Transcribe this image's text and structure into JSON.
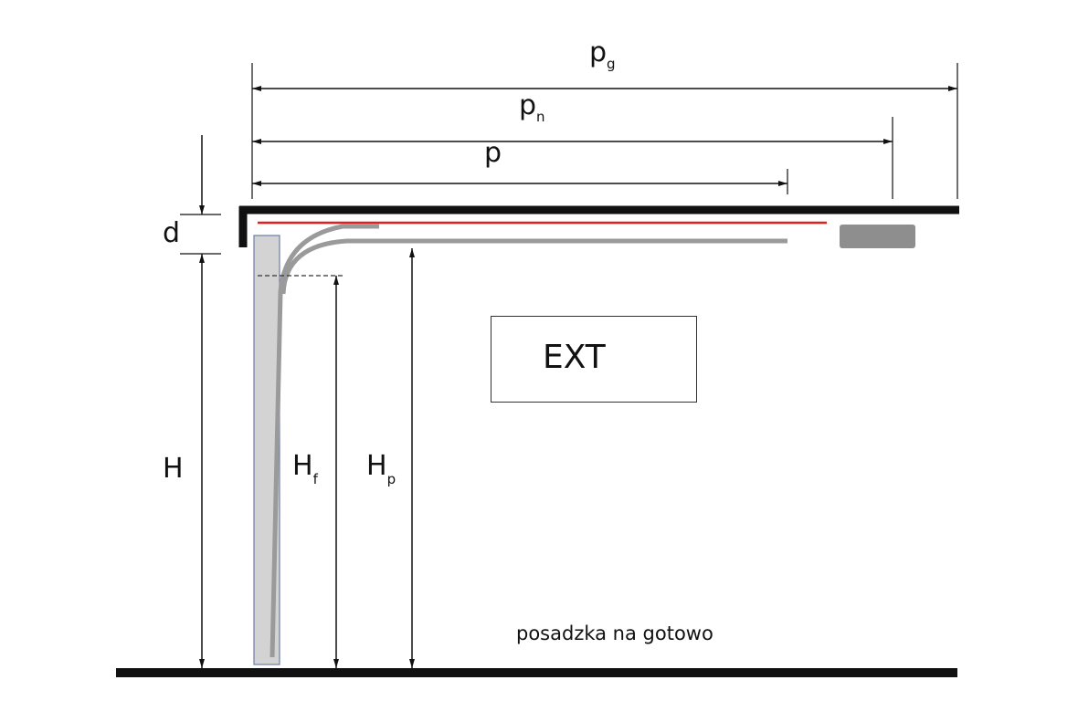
{
  "labels": {
    "pg": {
      "main": "p",
      "sub": "g"
    },
    "pn": {
      "main": "p",
      "sub": "n"
    },
    "p": {
      "main": "p"
    },
    "d": {
      "main": "d"
    },
    "H": {
      "main": "H"
    },
    "Hf": {
      "main": "H",
      "sub": "f"
    },
    "Hp": {
      "main": "H",
      "sub": "p"
    }
  },
  "box_label": "EXT",
  "floor_label": "posadzka na gotowo",
  "colors": {
    "structure": "#111111",
    "track": "#9a9a9a",
    "spring_line": "#e02020",
    "door_panel_fill": "#d3d3d3",
    "door_panel_border": "#6a7fa8",
    "motor_block": "#8e8e8e"
  }
}
